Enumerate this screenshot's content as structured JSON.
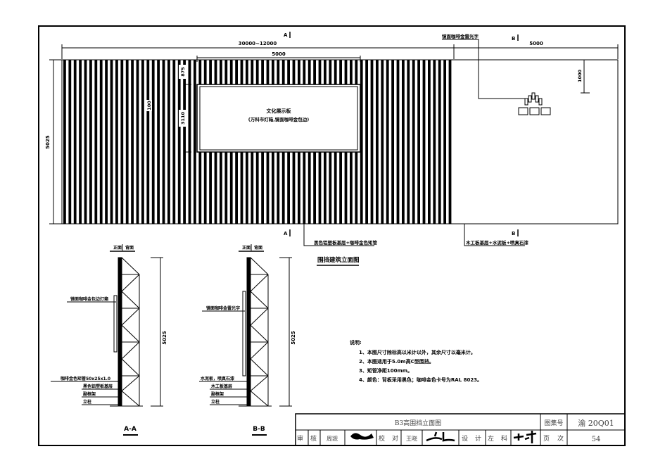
{
  "elevation": {
    "title": "围挡建筑立面图",
    "section_mark_a": "A",
    "section_mark_b": "B",
    "dim_total": "30000~12000",
    "dim_panel_width": "5000",
    "dim_right_width": "5000",
    "dim_height": "5025",
    "dim_top_gap": "875",
    "dim_panel_height": "3110",
    "dim_stripe": "100",
    "dim_logo_top": "1000",
    "panel_title": "文化展示板",
    "panel_subtitle": "(万科市灯箱,镜面咖啡金包边)",
    "callout_logo": "镜面咖啡金雷光字",
    "callout_left": "黑色铝塑板基层+咖啡金色矩管",
    "callout_right": "木工板基层+水泥板+喷真石漆"
  },
  "section_a": {
    "title": "A-A",
    "header_front": "正面",
    "header_back": "背面",
    "dim_height": "5025",
    "labels": [
      "镜面咖啡金包边灯箱",
      "咖啡金色矩管50x25x1.0",
      "黑色铝塑板基层",
      "副框架",
      "立柱"
    ]
  },
  "section_b": {
    "title": "B-B",
    "header_front": "正面",
    "header_back": "背面",
    "dim_height": "5025",
    "labels": [
      "镜面咖啡金雷光字",
      "水泥板，喷真石漆",
      "木工板基层",
      "副框架",
      "立柱"
    ]
  },
  "notes": {
    "heading": "说明:",
    "items": [
      "1、本图尺寸除标高以米计以外，其余尺寸以毫米计。",
      "2、本图适用于5.0m高C型围挡。",
      "3、矩管净距100mm。",
      "4、颜色：背板采用黑色；咖啡金色卡号为RAL 8023。"
    ]
  },
  "title_block": {
    "drawing_title": "B3高围挡立面图",
    "atlas_label": "图集号",
    "atlas_no": "渝 20Q01",
    "review_1": "审",
    "review_2": "核",
    "reviewer": "周觊",
    "check_1": "校",
    "check_2": "对",
    "checker": "王晓",
    "design_1": "设",
    "design_2": "计",
    "designer_1": "左",
    "designer_2": "科",
    "page_1": "页",
    "page_2": "次",
    "page_no": "54"
  }
}
